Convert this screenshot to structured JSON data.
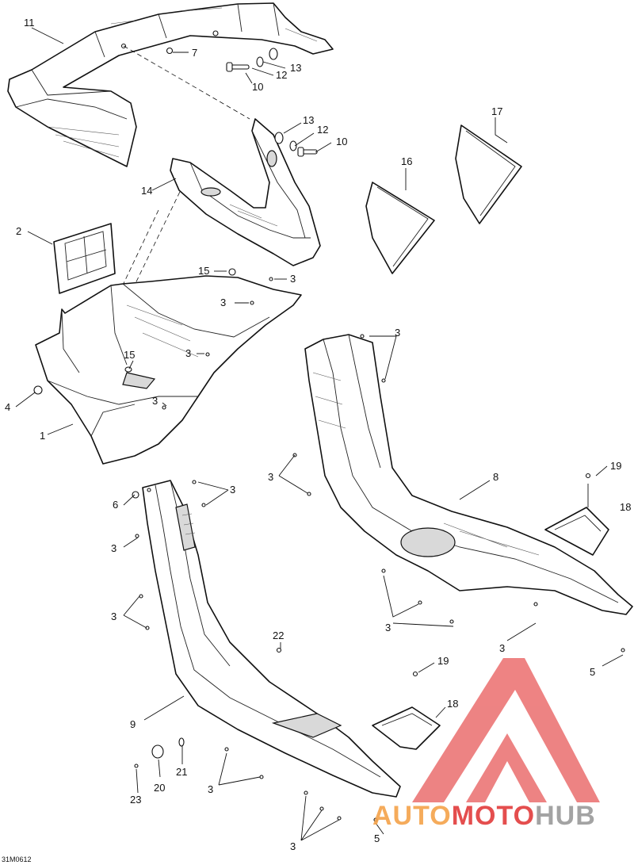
{
  "diagram_code": "31M0612",
  "watermark": {
    "parts": [
      "AUTO",
      "MOTO",
      "HUB"
    ],
    "colors": {
      "auto": "#f4a24a",
      "moto": "#e23b3b",
      "hub": "#9a9a9a",
      "logo": "#e85a5a"
    }
  },
  "callouts": [
    {
      "label": "11"
    },
    {
      "label": "7"
    },
    {
      "label": "13"
    },
    {
      "label": "12"
    },
    {
      "label": "10"
    },
    {
      "label": "13"
    },
    {
      "label": "12"
    },
    {
      "label": "10"
    },
    {
      "label": "14"
    },
    {
      "label": "17"
    },
    {
      "label": "16"
    },
    {
      "label": "2"
    },
    {
      "label": "15"
    },
    {
      "label": "3"
    },
    {
      "label": "3"
    },
    {
      "label": "3"
    },
    {
      "label": "15"
    },
    {
      "label": "3"
    },
    {
      "label": "4"
    },
    {
      "label": "1"
    },
    {
      "label": "3"
    },
    {
      "label": "3"
    },
    {
      "label": "8"
    },
    {
      "label": "19"
    },
    {
      "label": "18"
    },
    {
      "label": "6"
    },
    {
      "label": "3"
    },
    {
      "label": "3"
    },
    {
      "label": "3"
    },
    {
      "label": "3"
    },
    {
      "label": "3"
    },
    {
      "label": "5"
    },
    {
      "label": "22"
    },
    {
      "label": "19"
    },
    {
      "label": "18"
    },
    {
      "label": "9"
    },
    {
      "label": "21"
    },
    {
      "label": "20"
    },
    {
      "label": "23"
    },
    {
      "label": "3"
    },
    {
      "label": "3"
    },
    {
      "label": "5"
    }
  ]
}
